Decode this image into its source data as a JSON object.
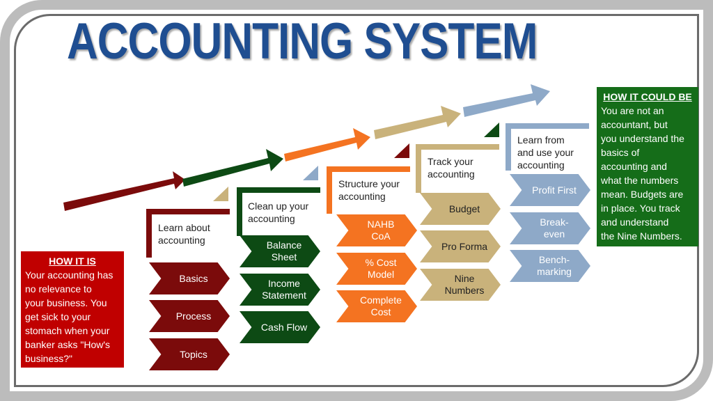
{
  "title": "ACCOUNTING SYSTEM",
  "colors": {
    "title": "#1f4e91",
    "maroon": "#7b0b0b",
    "dark_green": "#0d4a14",
    "orange": "#f47321",
    "tan": "#c9b27b",
    "light_blue": "#8ea9c8",
    "red_box": "#c00000",
    "green_box": "#156d19"
  },
  "how_it_is": {
    "heading": "HOW IT IS",
    "lines": [
      "Your accounting has",
      "no relevance to",
      "your business. You",
      "get sick to your",
      "stomach when your",
      "banker asks \"How's",
      "business?\""
    ]
  },
  "how_it_could_be": {
    "heading": "HOW IT COULD BE",
    "lines": [
      "You are not an",
      "accountant, but",
      "you understand the",
      "basics of",
      "accounting and",
      "what the numbers",
      "mean.  Budgets are",
      "in place. You track",
      "and understand",
      "the Nine Numbers."
    ]
  },
  "stages": [
    {
      "label_lines": [
        "Learn about",
        "accounting"
      ],
      "items": [
        [
          "Basics"
        ],
        [
          "Process"
        ],
        [
          "Topics"
        ]
      ]
    },
    {
      "label_lines": [
        "Clean up your",
        "accounting"
      ],
      "items": [
        [
          "Balance",
          "Sheet"
        ],
        [
          "Income",
          "Statement"
        ],
        [
          "Cash Flow"
        ]
      ]
    },
    {
      "label_lines": [
        "Structure your",
        "accounting"
      ],
      "items": [
        [
          "NAHB",
          "CoA"
        ],
        [
          "% Cost",
          "Model"
        ],
        [
          "Complete",
          "Cost"
        ]
      ]
    },
    {
      "label_lines": [
        "Track your",
        "accounting"
      ],
      "items": [
        [
          "Budget"
        ],
        [
          "Pro Forma"
        ],
        [
          "Nine",
          "Numbers"
        ]
      ]
    },
    {
      "label_lines": [
        "Learn from",
        "and use your",
        "accounting"
      ],
      "items": [
        [
          "Profit First"
        ],
        [
          "Break-",
          "even"
        ],
        [
          "Bench-",
          "marking"
        ]
      ]
    }
  ]
}
